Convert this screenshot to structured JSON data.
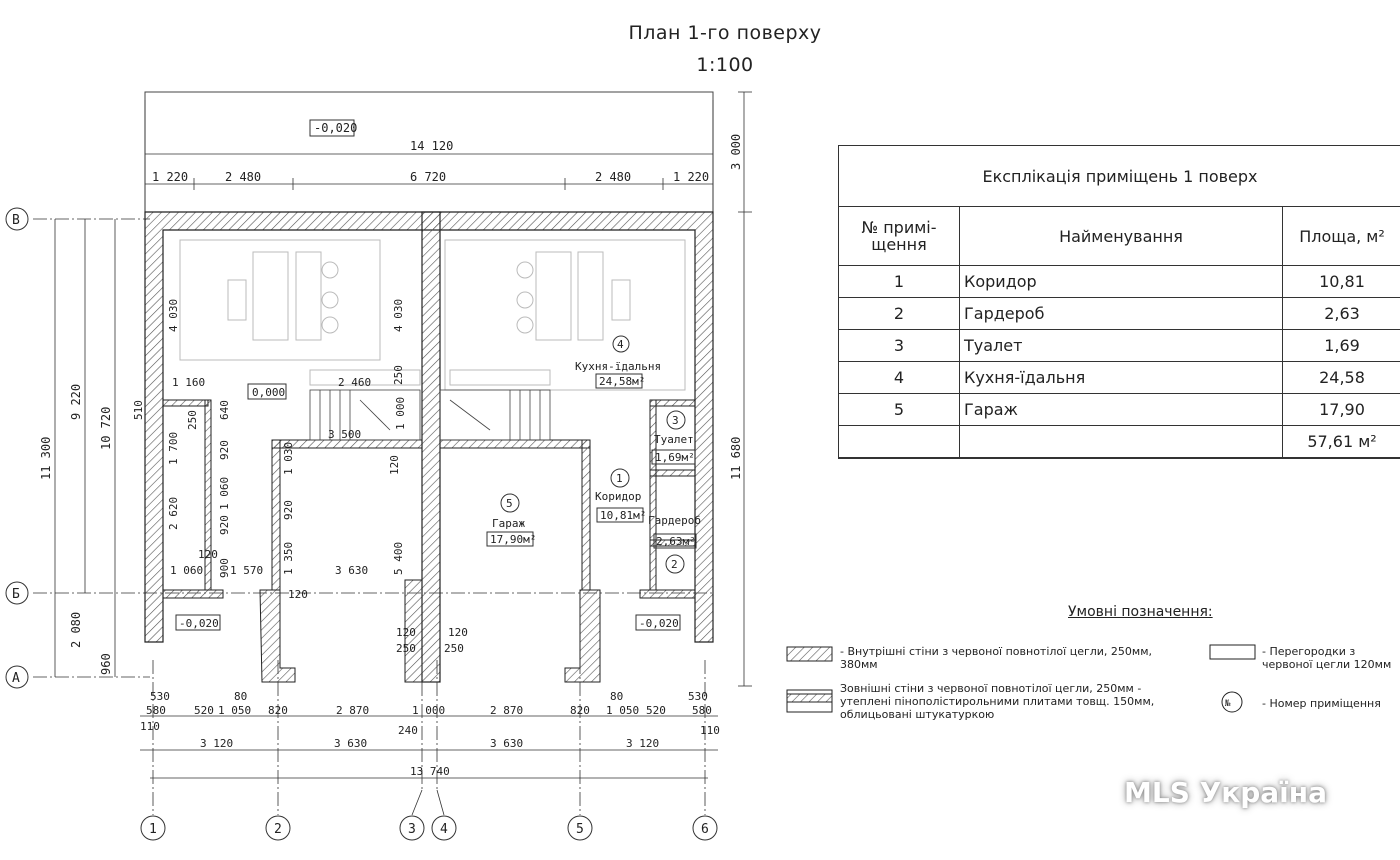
{
  "title": "План 1-го поверху",
  "scale": "1:100",
  "explication": {
    "title": "Експлікація приміщень 1 поверх",
    "headers": [
      "№ примі-\nщення",
      "Найменування",
      "Площа, м²"
    ],
    "rows": [
      [
        "1",
        "Коридор",
        "10,81"
      ],
      [
        "2",
        "Гардероб",
        "2,63"
      ],
      [
        "3",
        "Туалет",
        "1,69"
      ],
      [
        "4",
        "Кухня-їдальня",
        "24,58"
      ],
      [
        "5",
        "Гараж",
        "17,90"
      ]
    ],
    "total": "57,61 м²"
  },
  "legend": {
    "title": "Умовні позначення:",
    "items": [
      "- Внутрішні стіни з червоної повнотілої цегли, 250мм, 380мм",
      "Зовнішні стіни з червоної повнотілої цегли, 250мм - утеплені пінополістирольними плитами товщ. 150мм, облицьовані штукатуркою",
      "- Перегородки з червоної цегли 120мм",
      "- Номер приміщення"
    ],
    "room_marker": "№"
  },
  "axes": {
    "letters": [
      "В",
      "Б",
      "А"
    ],
    "numbers": [
      "1",
      "2",
      "3",
      "4",
      "5",
      "6"
    ]
  },
  "dimensions": {
    "top_total": "14 120",
    "top_chain": [
      "1 220",
      "2 480",
      "6 720",
      "2 480",
      "1 220"
    ],
    "top_right": "3 000",
    "left_chain": [
      "11 300",
      "9 220",
      "10 720",
      "2 080",
      "960"
    ],
    "right": "11 680",
    "bottom_row1": [
      "530",
      "580",
      "110",
      "520",
      "1 050",
      "80",
      "820",
      "2 870",
      "1 000",
      "2 870",
      "820",
      "80",
      "1 050",
      "520",
      "580",
      "530",
      "110",
      "240"
    ],
    "bottom_row2": [
      "3 120",
      "3 630",
      "3 630",
      "3 120"
    ],
    "bottom_total": "13 740",
    "inner": [
      "4 030",
      "4 030",
      "1 160",
      "2 460",
      "250",
      "510",
      "250",
      "640",
      "1 700",
      "920",
      "1 000",
      "3 500",
      "120",
      "1 030",
      "1 060",
      "2 620",
      "920",
      "920",
      "120",
      "900",
      "1 350",
      "1 060",
      "1 570",
      "3 630",
      "5 400",
      "120",
      "120",
      "250",
      "250",
      "120"
    ]
  },
  "levels": [
    "-0,020",
    "0,000",
    "-0,020",
    "-0,020"
  ],
  "rooms": [
    {
      "num": "4",
      "name": "Кухня-їдальня",
      "area": "24,58м²"
    },
    {
      "num": "5",
      "name": "Гараж",
      "area": "17,90м²"
    },
    {
      "num": "1",
      "name": "Коридор",
      "area": "10,81м²"
    },
    {
      "num": "3",
      "name": "Туалет",
      "area": "1,69м²"
    },
    {
      "num": "2",
      "name": "Гардероб",
      "area": "2,63м²"
    }
  ],
  "watermark": "MLS Україна"
}
